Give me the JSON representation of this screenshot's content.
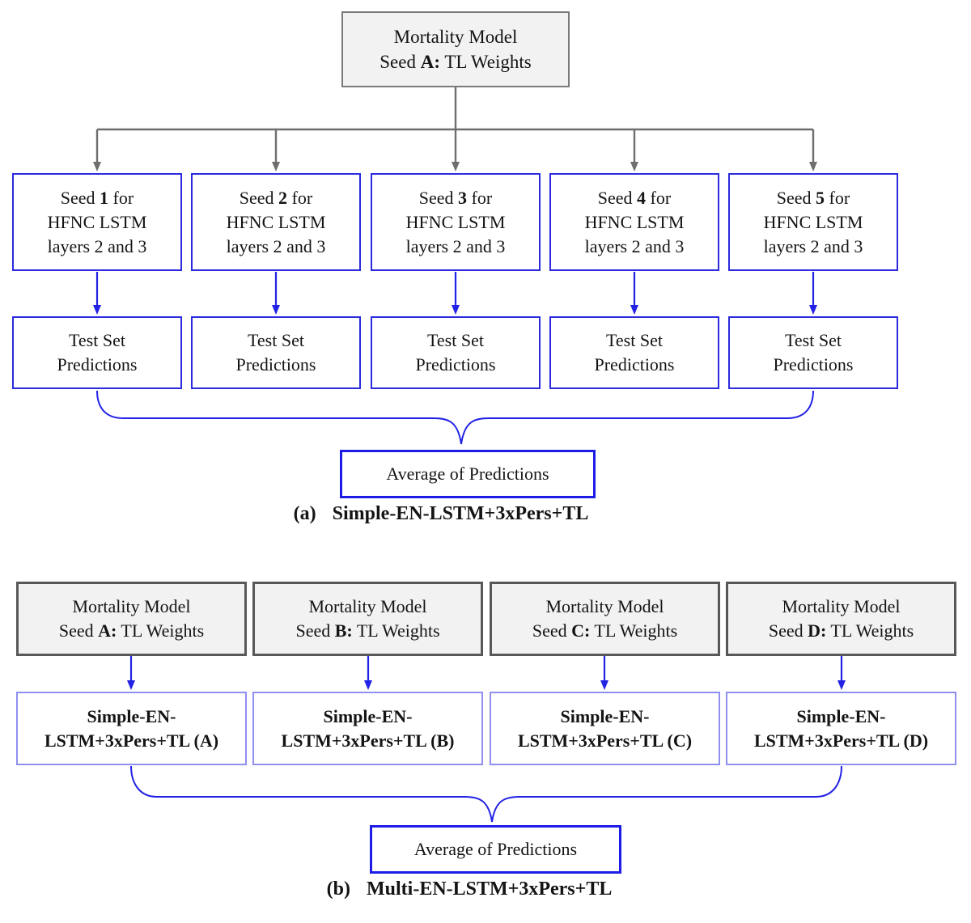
{
  "part_a": {
    "top_box": {
      "line1": "Mortality Model",
      "line2_prefix": "Seed ",
      "line2_bold": "A:",
      "line2_suffix": " TL Weights"
    },
    "seed_boxes": [
      {
        "line1_prefix": "Seed ",
        "line1_bold": "1",
        "line1_suffix": " for",
        "line2": "HFNC LSTM",
        "line3": "layers 2 and 3"
      },
      {
        "line1_prefix": "Seed ",
        "line1_bold": "2",
        "line1_suffix": " for",
        "line2": "HFNC LSTM",
        "line3": "layers 2 and 3"
      },
      {
        "line1_prefix": "Seed ",
        "line1_bold": "3",
        "line1_suffix": " for",
        "line2": "HFNC LSTM",
        "line3": "layers 2 and 3"
      },
      {
        "line1_prefix": "Seed ",
        "line1_bold": "4",
        "line1_suffix": " for",
        "line2": "HFNC LSTM",
        "line3": "layers 2 and 3"
      },
      {
        "line1_prefix": "Seed ",
        "line1_bold": "5",
        "line1_suffix": " for",
        "line2": "HFNC LSTM",
        "line3": "layers 2 and 3"
      }
    ],
    "test_boxes": [
      {
        "line1": "Test Set",
        "line2": "Predictions"
      },
      {
        "line1": "Test Set",
        "line2": "Predictions"
      },
      {
        "line1": "Test Set",
        "line2": "Predictions"
      },
      {
        "line1": "Test Set",
        "line2": "Predictions"
      },
      {
        "line1": "Test Set",
        "line2": "Predictions"
      }
    ],
    "average_box": "Average of Predictions",
    "caption_label": "(a)",
    "caption_title": "Simple-EN-LSTM+3xPers+TL"
  },
  "part_b": {
    "model_boxes": [
      {
        "line1": "Mortality Model",
        "line2_prefix": "Seed ",
        "line2_bold": "A:",
        "line2_suffix": " TL Weights"
      },
      {
        "line1": "Mortality Model",
        "line2_prefix": "Seed ",
        "line2_bold": "B:",
        "line2_suffix": " TL Weights"
      },
      {
        "line1": "Mortality Model",
        "line2_prefix": "Seed ",
        "line2_bold": "C:",
        "line2_suffix": " TL Weights"
      },
      {
        "line1": "Mortality Model",
        "line2_prefix": "Seed ",
        "line2_bold": "D:",
        "line2_suffix": " TL Weights"
      }
    ],
    "ensemble_boxes": [
      {
        "line1": "Simple-EN-",
        "line2": "LSTM+3xPers+TL (A)"
      },
      {
        "line1": "Simple-EN-",
        "line2": "LSTM+3xPers+TL (B)"
      },
      {
        "line1": "Simple-EN-",
        "line2": "LSTM+3xPers+TL (C)"
      },
      {
        "line1": "Simple-EN-",
        "line2": "LSTM+3xPers+TL (D)"
      }
    ],
    "average_box": "Average of Predictions",
    "caption_label": "(b)",
    "caption_title": "Multi-EN-LSTM+3xPers+TL"
  },
  "colors": {
    "box_blue_border": "#2b2bdd",
    "light_blue_border": "#8f8ff0",
    "average_border": "#1c1ce6",
    "arrow_blue": "#2222e6",
    "line_gray": "#6e6e6e",
    "gray_box_fill": "#f2f2f2",
    "gray_border_light": "#7a7a7a",
    "gray_border_dark": "#585858",
    "text": "#141414"
  }
}
